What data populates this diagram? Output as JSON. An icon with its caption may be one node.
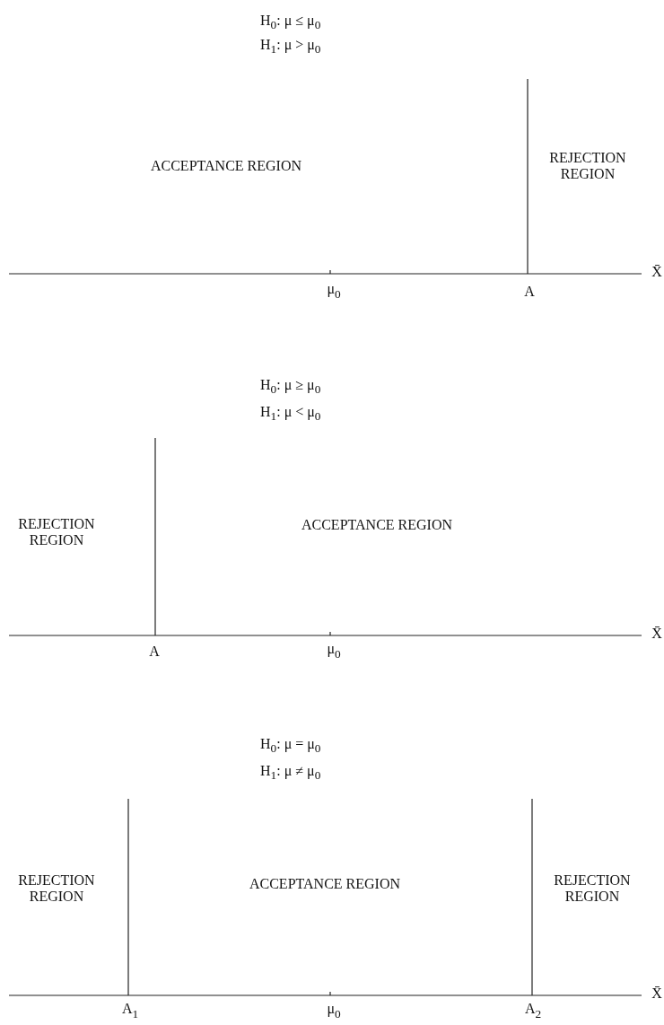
{
  "diagram": {
    "labels": [
      "H$_{0}$: μ ≤ μ$_{0}$",
      "H$_{1}$: μ > μ$_{0}$",
      "ACCEPTANCE REGION",
      "REJECTION REGION",
      "X̄",
      "μ$_{0}$",
      "A",
      "H$_{0}$: μ ≥ μ$_{0}$",
      "H$_{1}$: μ < μ$_{0}$",
      "REJECTION REGION",
      "ACCEPTANCE REGION",
      "X̄",
      "A",
      "μ$_{0}$",
      "H$_{0}$: μ = μ$_{0}$",
      "H$_{1}$: μ ≠ μ$_{0}$",
      "REJECTION REGION",
      "ACCEPTANCE REGION",
      "REJECTION REGION",
      "X̄",
      "A$_{1}$",
      "μ$_{0}$",
      "A$_{2}$"
    ]
  }
}
